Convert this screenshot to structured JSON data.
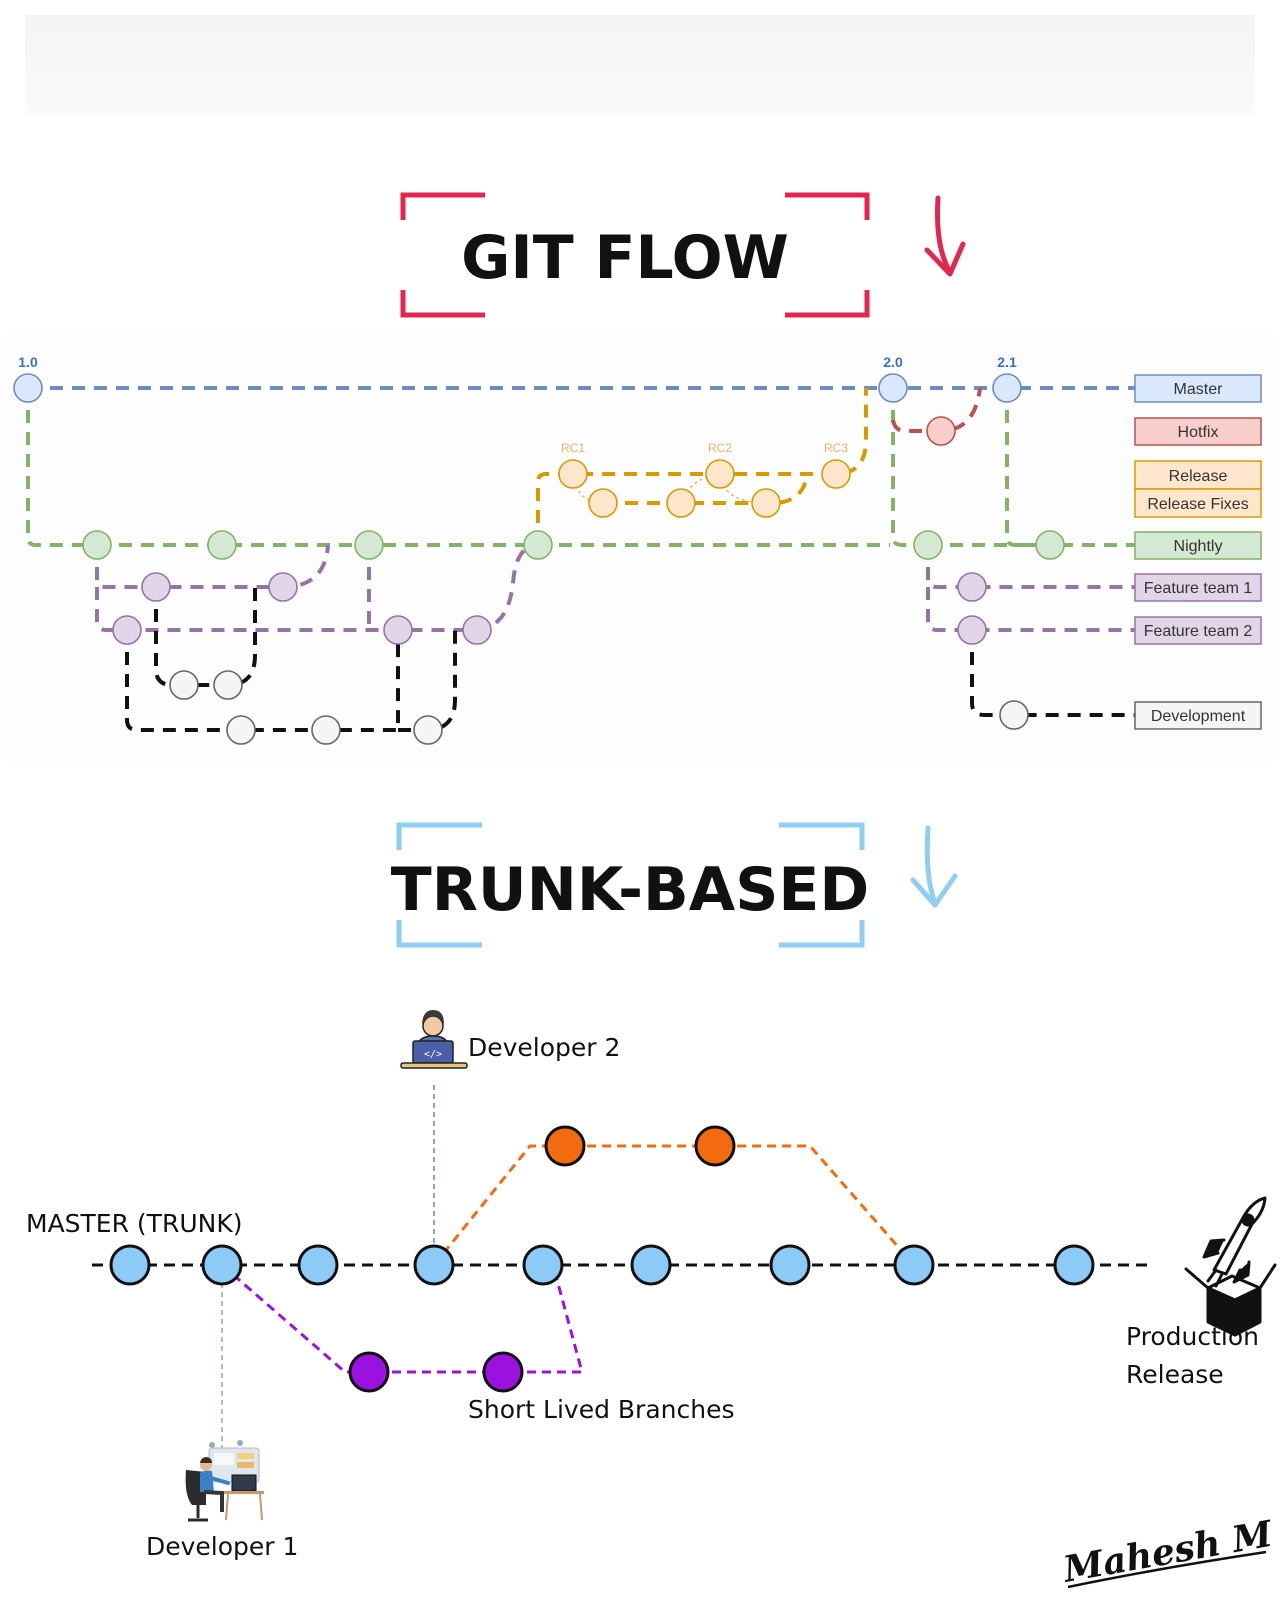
{
  "gitflow": {
    "title": "GIT FLOW",
    "versions": [
      "1.0",
      "2.0",
      "2.1"
    ],
    "rc_labels": [
      "RC1",
      "RC2",
      "RC3"
    ],
    "legend": [
      {
        "label": "Master",
        "fill": "#dae8fc",
        "stroke": "#6c8ebf"
      },
      {
        "label": "Hotfix",
        "fill": "#f8cecc",
        "stroke": "#b85450"
      },
      {
        "label": "Release",
        "fill": "#ffe6cc",
        "stroke": "#d79b00"
      },
      {
        "label": "Release Fixes",
        "fill": "#ffe6cc",
        "stroke": "#d79b00"
      },
      {
        "label": "Nightly",
        "fill": "#d5e8d4",
        "stroke": "#82b366"
      },
      {
        "label": "Feature team 1",
        "fill": "#e1d5e7",
        "stroke": "#9673a6"
      },
      {
        "label": "Feature team 2",
        "fill": "#e1d5e7",
        "stroke": "#9673a6"
      },
      {
        "label": "Development",
        "fill": "#f5f5f5",
        "stroke": "#666666"
      }
    ],
    "colors": {
      "master": "#6c8ebf",
      "hotfix": "#b85450",
      "release": "#d79b00",
      "nightly": "#82b366",
      "feature": "#9673a6",
      "development": "#111111"
    }
  },
  "trunk": {
    "title": "TRUNK-BASED",
    "master_label": "MASTER (TRUNK)",
    "developer_1": "Developer 1",
    "developer_2": "Developer 2",
    "short_lived_label": "Short Lived Branches",
    "production_line1": "Production",
    "production_line2": "Release",
    "colors": {
      "commit": "#8ccbf5",
      "branch_orange": "#f26b0f",
      "branch_purple": "#9b12e0",
      "accent_red": "#e3264d",
      "accent_blue": "#8fcdf2"
    }
  },
  "signature": "Mahesh M"
}
